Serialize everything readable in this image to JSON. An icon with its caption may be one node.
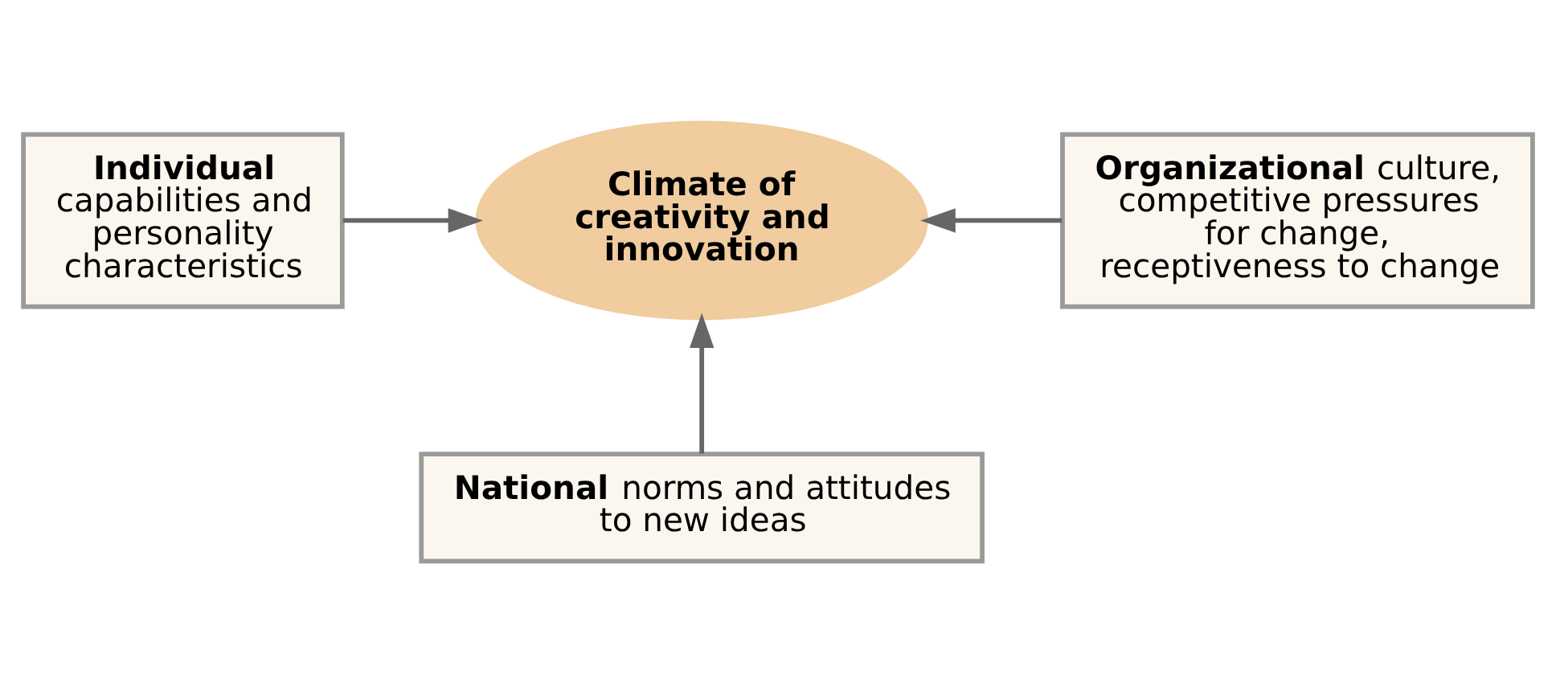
{
  "diagram": {
    "nodes": [
      {
        "text": [
          "**Individual** capabilities and personality characteristics"
        ]
      },
      {
        "text": [
          "Climate of creativity and innovation"
        ]
      },
      {
        "text": [
          "**Organizational** culture, competitive pressures for change, receptiveness to change"
        ]
      },
      {
        "text": [
          "**National** norms and attitudes to new ideas"
        ]
      }
    ],
    "edges": [
      {
        "from": 0,
        "to": 1,
        "arrow": "to"
      },
      {
        "from": 2,
        "to": 1,
        "arrow": "to"
      },
      {
        "from": 3,
        "to": 1,
        "arrow": "to"
      }
    ]
  }
}
